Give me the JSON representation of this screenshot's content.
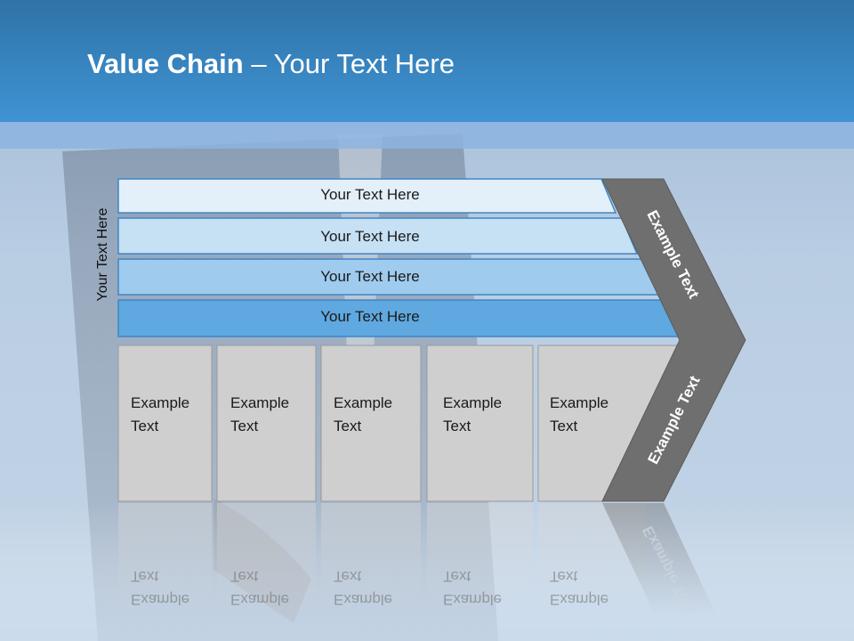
{
  "slide": {
    "title_bold": "Value Chain",
    "title_rest": " – Your Text Here",
    "side_label": "Your Text Here"
  },
  "support_bars": [
    {
      "label": "Your Text Here",
      "fill": "#e3eff9"
    },
    {
      "label": "Your Text Here",
      "fill": "#c6e0f4"
    },
    {
      "label": "Your Text Here",
      "fill": "#9ecbee"
    },
    {
      "label": "Your Text Here",
      "fill": "#5fa8e0"
    }
  ],
  "primary_boxes": [
    {
      "line1": "Example",
      "line2": "Text"
    },
    {
      "line1": "Example",
      "line2": "Text"
    },
    {
      "line1": "Example",
      "line2": "Text"
    },
    {
      "line1": "Example",
      "line2": "Text"
    },
    {
      "line1": "Example",
      "line2": "Text"
    }
  ],
  "arrow": {
    "upper_label": "Example Text",
    "lower_label": "Example Text",
    "color": "#6f6f6f"
  },
  "colors": {
    "header": "#3a8bcc",
    "box_fill": "#cfcfcf",
    "box_border": "#9a9a9a",
    "bar_border": "#3f86c6"
  }
}
